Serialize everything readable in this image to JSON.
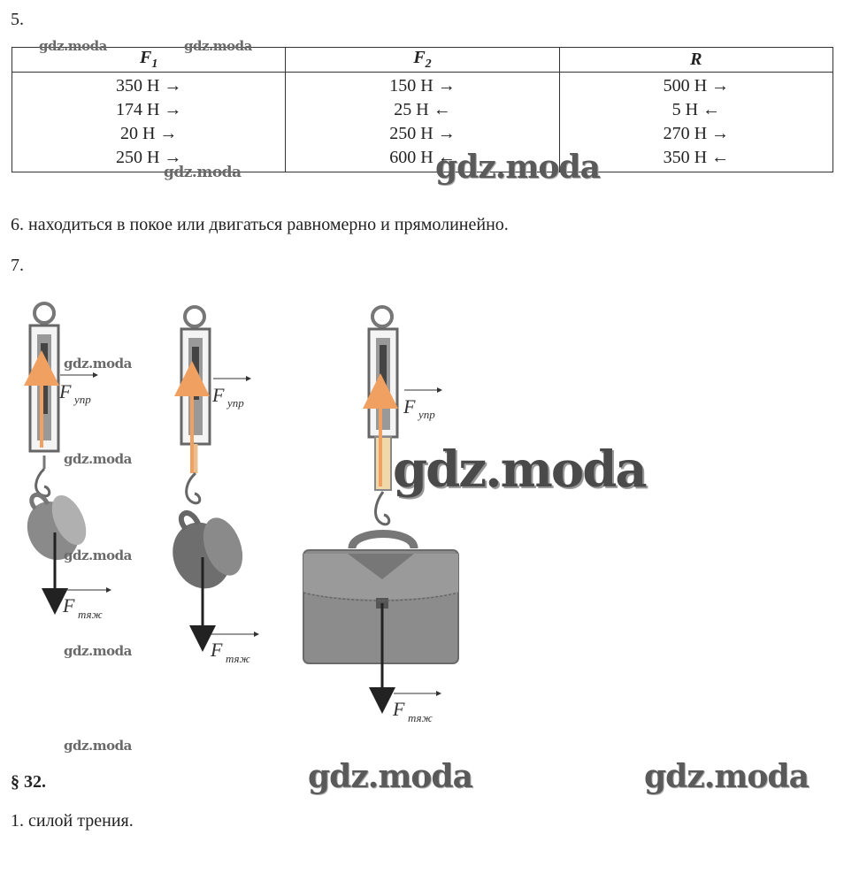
{
  "task5": {
    "number": "5.",
    "headers": [
      "F1",
      "F2",
      "R"
    ],
    "header_main": [
      "F",
      "F",
      "R"
    ],
    "header_sub": [
      "1",
      "2",
      ""
    ],
    "rows": [
      [
        "350 Н →",
        "150 Н →",
        "500 Н →"
      ],
      [
        "174 Н →",
        "25 Н ←",
        "5 Н ←"
      ],
      [
        "20 Н →",
        "250 Н →",
        "270 Н →"
      ],
      [
        "250 Н →",
        "600 Н ←",
        "350 Н ←"
      ]
    ]
  },
  "task6": {
    "text": "6. находиться в покое или двигаться равномерно и прямолинейно."
  },
  "task7": {
    "number": "7.",
    "labels": {
      "elastic_main": "F",
      "elastic_sub": "упр",
      "gravity_main": "F",
      "gravity_sub": "тяж"
    }
  },
  "section": {
    "title": "§ 32."
  },
  "answer1": {
    "text": "1. силой трения."
  },
  "watermark": "gdz.moda",
  "colors": {
    "elastic_arrow": "#f0a060",
    "gravity_arrow": "#222222",
    "mug": "#7a7a7a",
    "briefcase": "#8a8a8a"
  }
}
